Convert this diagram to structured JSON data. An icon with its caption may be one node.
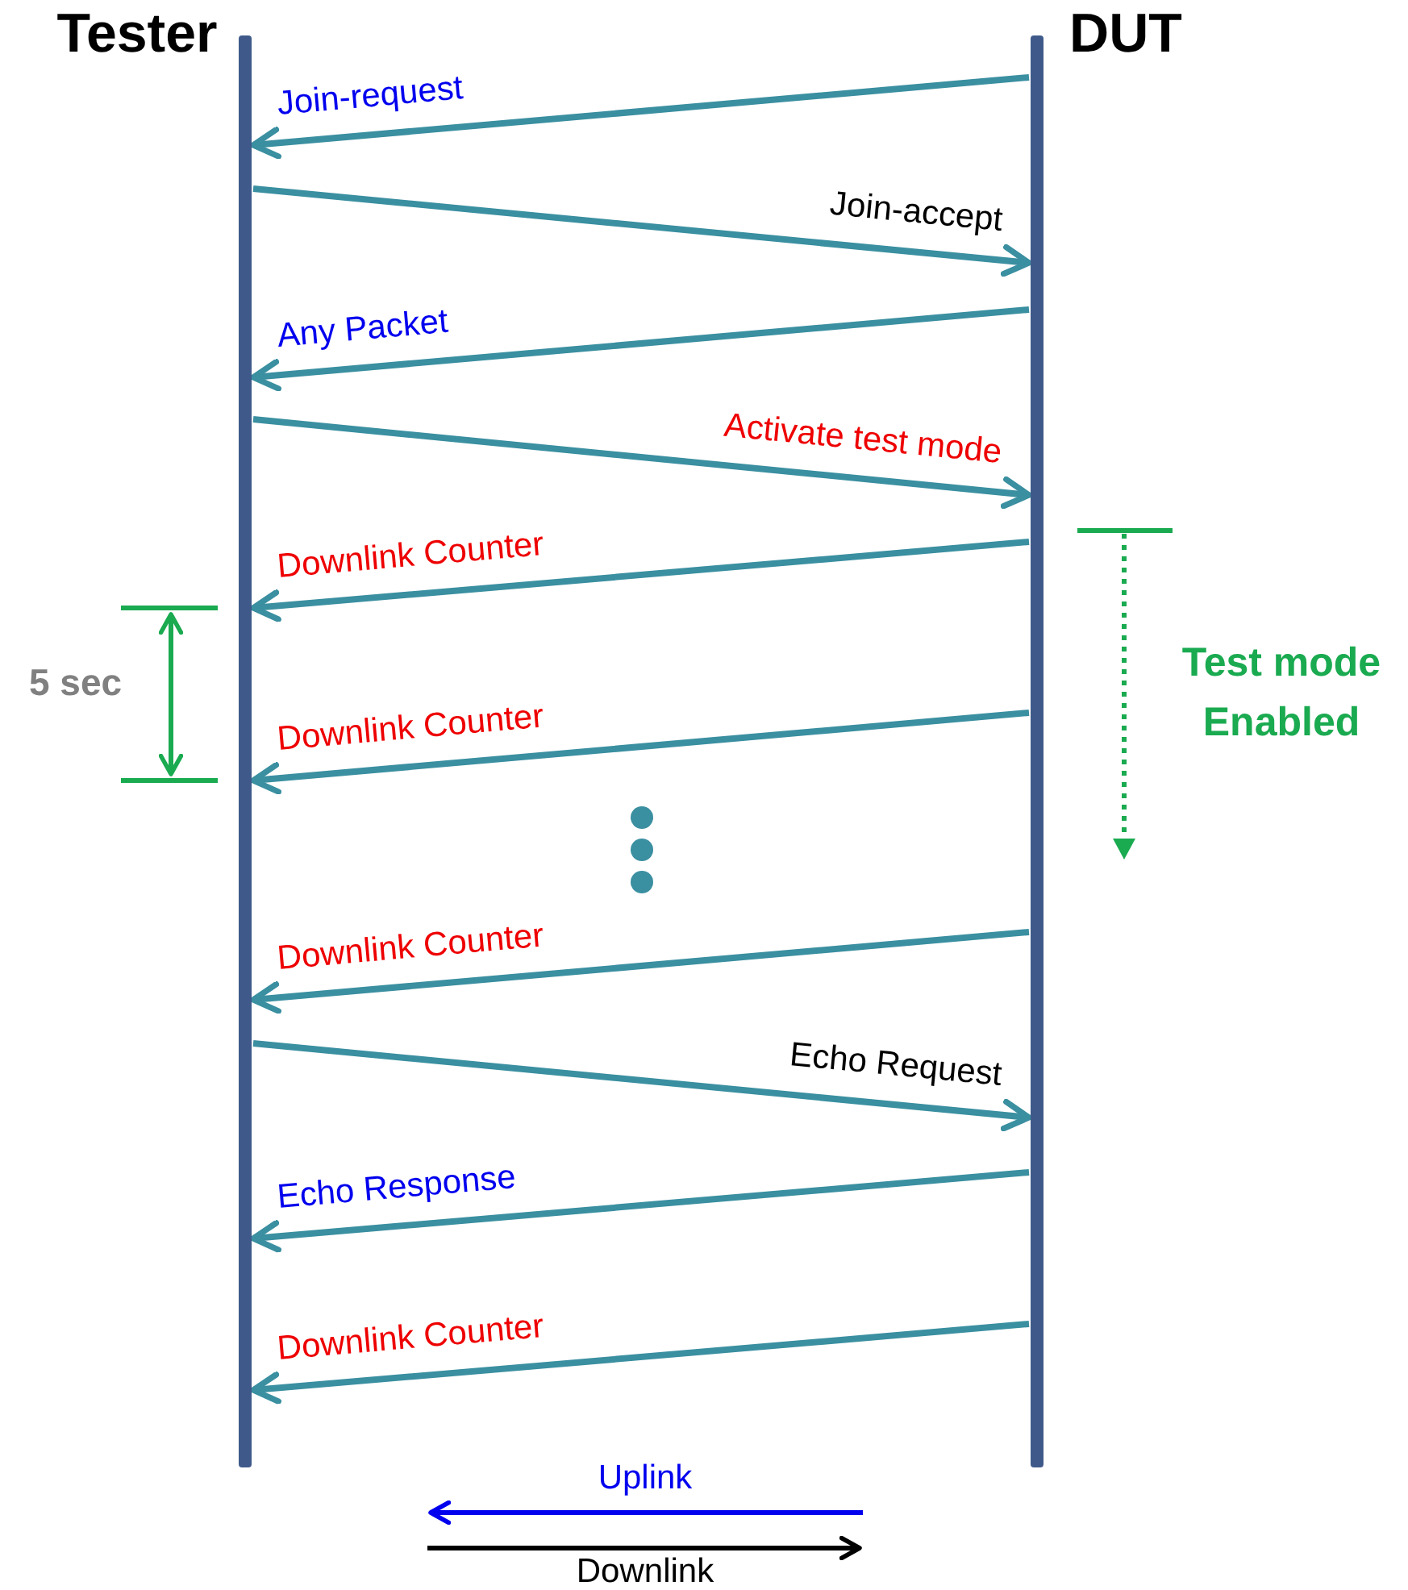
{
  "diagram": {
    "nodes": [
      {
        "text": [
          "Tester"
        ]
      },
      {
        "text": [
          "DUT"
        ]
      }
    ],
    "edges": [
      {
        "from": 1,
        "to": 0,
        "arrow": "to",
        "label": "Join-request"
      },
      {
        "from": 0,
        "to": 1,
        "arrow": "to",
        "label": "Join-accept"
      },
      {
        "from": 1,
        "to": 0,
        "arrow": "to",
        "label": "Any Packet"
      },
      {
        "from": 0,
        "to": 1,
        "arrow": "to",
        "label": "Activate test mode"
      },
      {
        "from": 1,
        "to": 0,
        "arrow": "to",
        "label": "Downlink Counter"
      },
      {
        "from": 1,
        "to": 0,
        "arrow": "to",
        "label": "Downlink Counter"
      },
      {
        "from": 1,
        "to": 0,
        "arrow": "to",
        "label": "Downlink Counter"
      },
      {
        "from": 0,
        "to": 1,
        "arrow": "to",
        "label": "Echo Request"
      },
      {
        "from": 1,
        "to": 0,
        "arrow": "to",
        "label": "Echo Response"
      },
      {
        "from": 1,
        "to": 0,
        "arrow": "to",
        "label": "Downlink Counter"
      }
    ],
    "labels": [
      "5 sec",
      "Test mode Enabled"
    ],
    "legend": [
      {
        "text": "Uplink"
      },
      {
        "text": "Downlink"
      }
    ]
  }
}
